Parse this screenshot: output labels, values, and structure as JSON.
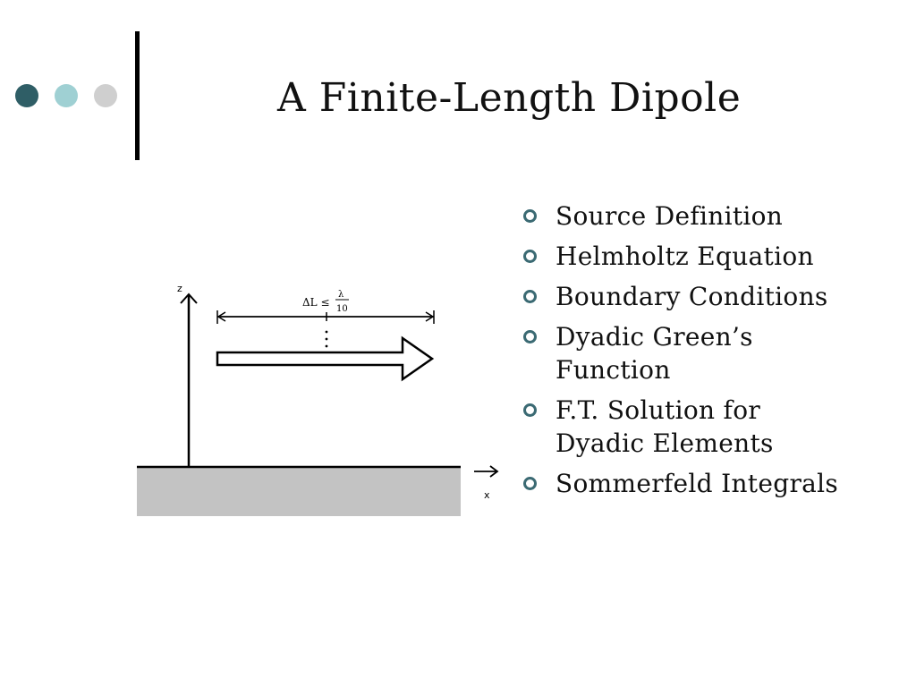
{
  "slide": {
    "title": "A Finite-Length Dipole",
    "decor_dot_colors": [
      "#2f5e66",
      "#9fd0d3",
      "#cfcfcf"
    ],
    "accent": "#3b6a73"
  },
  "diagram": {
    "z_label": "z",
    "x_label": "x",
    "delta_label": "ΔL ≤",
    "lambda_label": "λ",
    "ten_label": "10",
    "ground_color": "#c3c3c3"
  },
  "bullets": [
    {
      "lines": [
        "Source Definition"
      ]
    },
    {
      "lines": [
        "Helmholtz Equation"
      ]
    },
    {
      "lines": [
        "Boundary Conditions"
      ]
    },
    {
      "lines": [
        "Dyadic Green’s",
        "Function"
      ]
    },
    {
      "lines": [
        "F.T. Solution for",
        "Dyadic Elements"
      ]
    },
    {
      "lines": [
        "Sommerfeld Integrals"
      ]
    }
  ]
}
